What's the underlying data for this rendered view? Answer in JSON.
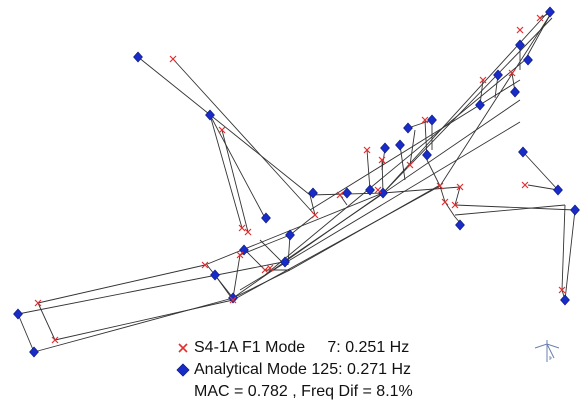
{
  "legend": {
    "experimental_label": "S4-1A F1 Mode     7: 0.251 Hz",
    "analytical_label": "Analytical Mode 125: 0.271 Hz",
    "mac_line": "MAC = 0.782 , Freq Dif = 8.1%"
  },
  "colors": {
    "experimental": "#e03030",
    "analytical": "#1a2cc8",
    "lines": "#333333"
  },
  "icons": {
    "experimental_marker": "red-x-icon",
    "analytical_marker": "blue-diamond-icon",
    "orientation": "axis-triad-icon"
  }
}
